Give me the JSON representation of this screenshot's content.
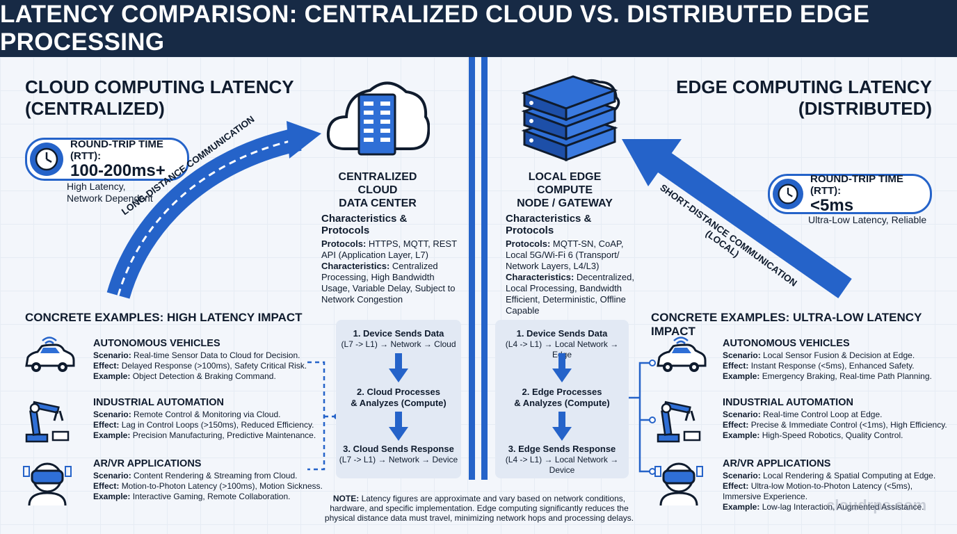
{
  "title": "LATENCY COMPARISON: CENTRALIZED CLOUD VS. DISTRIBUTED EDGE PROCESSING",
  "colors": {
    "accent": "#2563c9",
    "header_bg": "#172a45",
    "panel": "#e2e9f4"
  },
  "left": {
    "heading_line1": "CLOUD COMPUTING LATENCY",
    "heading_line2": "(CENTRALIZED)",
    "rtt_label": "ROUND-TRIP TIME (RTT):",
    "rtt_value": "100-200ms+",
    "rtt_note_line1": "High Latency,",
    "rtt_note_line2": "Network Dependent",
    "arrow_label": "LONG-DISTANCE COMMUNICATION",
    "node_line1": "CENTRALIZED CLOUD",
    "node_line2": "DATA CENTER",
    "char_title": "Characteristics & Protocols",
    "protocols_label": "Protocols:",
    "protocols_text": "HTTPS, MQTT, REST API (Application Layer, L7)",
    "characteristics_label": "Characteristics:",
    "characteristics_text": "Centralized Processing, High Bandwidth Usage, Variable Delay, Subject to Network Congestion",
    "examples_header": "CONCRETE EXAMPLES: HIGH LATENCY IMPACT",
    "examples": [
      {
        "title": "AUTONOMOUS VEHICLES",
        "icon": "car-icon",
        "scenario": "Real-time Sensor Data to Cloud for Decision.",
        "effect": "Delayed Response (>100ms), Safety Critical Risk.",
        "example": "Object Detection & Braking Command."
      },
      {
        "title": "INDUSTRIAL AUTOMATION",
        "icon": "robot-arm-icon",
        "scenario": "Remote Control & Monitoring via Cloud.",
        "effect": "Lag in Control Loops (>150ms), Reduced Efficiency.",
        "example": "Precision Manufacturing, Predictive Maintenance."
      },
      {
        "title": "AR/VR APPLICATIONS",
        "icon": "vr-headset-icon",
        "scenario": "Content Rendering & Streaming from Cloud.",
        "effect": "Motion-to-Photon Latency (>100ms), Motion Sickness.",
        "example": "Interactive Gaming, Remote Collaboration."
      }
    ],
    "steps": [
      {
        "title": "1. Device Sends Data",
        "sub": "(L7 -> L1) → Network → Cloud"
      },
      {
        "title_line1": "2. Cloud Processes",
        "title_line2": "& Analyzes (Compute)"
      },
      {
        "title": "3. Cloud Sends Response",
        "sub": "(L7 -> L1) → Network → Device"
      }
    ]
  },
  "right": {
    "heading_line1": "EDGE COMPUTING LATENCY",
    "heading_line2": "(DISTRIBUTED)",
    "rtt_label": "ROUND-TRIP TIME (RTT):",
    "rtt_value": "<5ms",
    "rtt_note": "Ultra-Low Latency, Reliable",
    "arrow_label_line1": "SHORT-DISTANCE COMMUNICATION",
    "arrow_label_line2": "(LOCAL)",
    "node_line1": "LOCAL EDGE COMPUTE",
    "node_line2": "NODE / GATEWAY",
    "char_title": "Characteristics & Protocols",
    "protocols_label": "Protocols:",
    "protocols_text": "MQTT-SN, CoAP, Local 5G/Wi-Fi 6 (Transport/ Network Layers, L4/L3)",
    "characteristics_label": "Characteristics:",
    "characteristics_text": "Decentralized, Local Processing, Bandwidth Efficient, Deterministic, Offline Capable",
    "examples_header": "CONCRETE EXAMPLES: ULTRA-LOW LATENCY IMPACT",
    "examples": [
      {
        "title": "AUTONOMOUS VEHICLES",
        "icon": "car-icon",
        "scenario": "Local Sensor Fusion & Decision at Edge.",
        "effect": "Instant Response (<5ms), Enhanced Safety.",
        "example": "Emergency Braking, Real-time Path Planning."
      },
      {
        "title": "INDUSTRIAL AUTOMATION",
        "icon": "robot-arm-icon",
        "scenario": "Real-time Control Loop at Edge.",
        "effect": "Precise & Immediate Control (<1ms), High Efficiency.",
        "example": "High-Speed Robotics, Quality Control."
      },
      {
        "title": "AR/VR APPLICATIONS",
        "icon": "vr-headset-icon",
        "scenario": "Local Rendering & Spatial Computing at Edge.",
        "effect": "Ultra-low Motion-to-Photon Latency (<5ms), Immersive Experience.",
        "example": "Low-lag Interaction, Augmented Assistance."
      }
    ],
    "steps": [
      {
        "title": "1. Device Sends Data",
        "sub": "(L4 -> L1) → Local Network → Edge"
      },
      {
        "title_line1": "2. Edge Processes",
        "title_line2": "& Analyzes (Compute)"
      },
      {
        "title": "3. Edge Sends Response",
        "sub": "(L4 -> L1) → Local Network → Device"
      }
    ]
  },
  "labels": {
    "scenario": "Scenario:",
    "effect": "Effect:",
    "example": "Example:"
  },
  "note": {
    "label": "NOTE:",
    "text": "Latency figures are approximate and vary based on network conditions, hardware, and specific implementation. Edge computing significantly reduces the physical distance data must travel, minimizing network hops and processing delays."
  },
  "watermark": "cloudrps.com"
}
